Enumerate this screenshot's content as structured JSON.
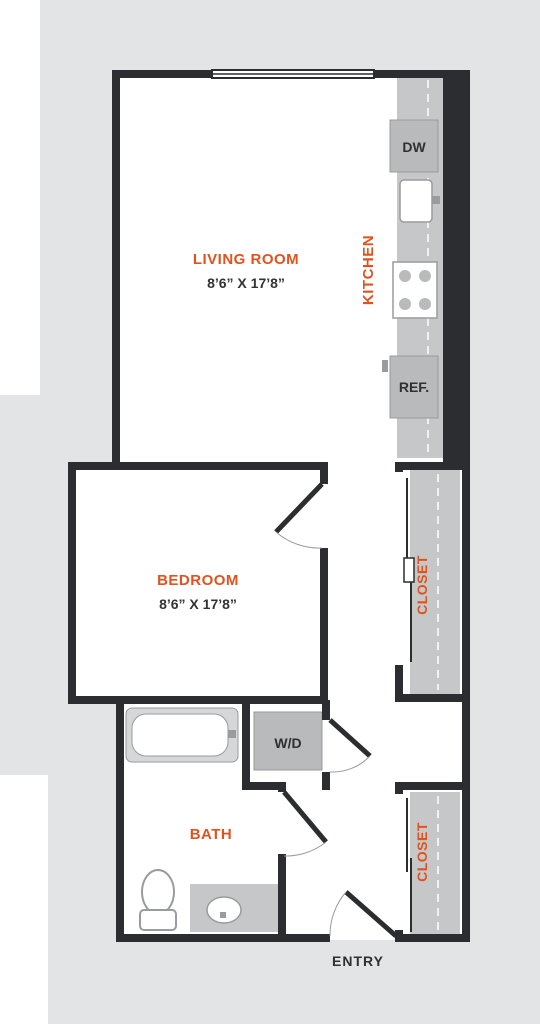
{
  "rooms": {
    "living": {
      "name": "LIVING ROOM",
      "dims": "8’6” X 17’8”"
    },
    "bedroom": {
      "name": "BEDROOM",
      "dims": "8’6” X 17’8”"
    },
    "kitchen": {
      "name": "KITCHEN"
    },
    "bath": {
      "name": "BATH"
    },
    "closet_upper": {
      "name": "CLOSET"
    },
    "closet_lower": {
      "name": "CLOSET"
    }
  },
  "fixtures": {
    "dishwasher": "DW",
    "refrigerator": "REF.",
    "washer_dryer": "W/D"
  },
  "entry": {
    "label": "ENTRY"
  },
  "colors": {
    "wall": "#2b2d31",
    "accent": "#e0531f",
    "surround": "#e3e4e6",
    "fixture": "#cfd0d2",
    "counter": "#c6c7c9"
  }
}
